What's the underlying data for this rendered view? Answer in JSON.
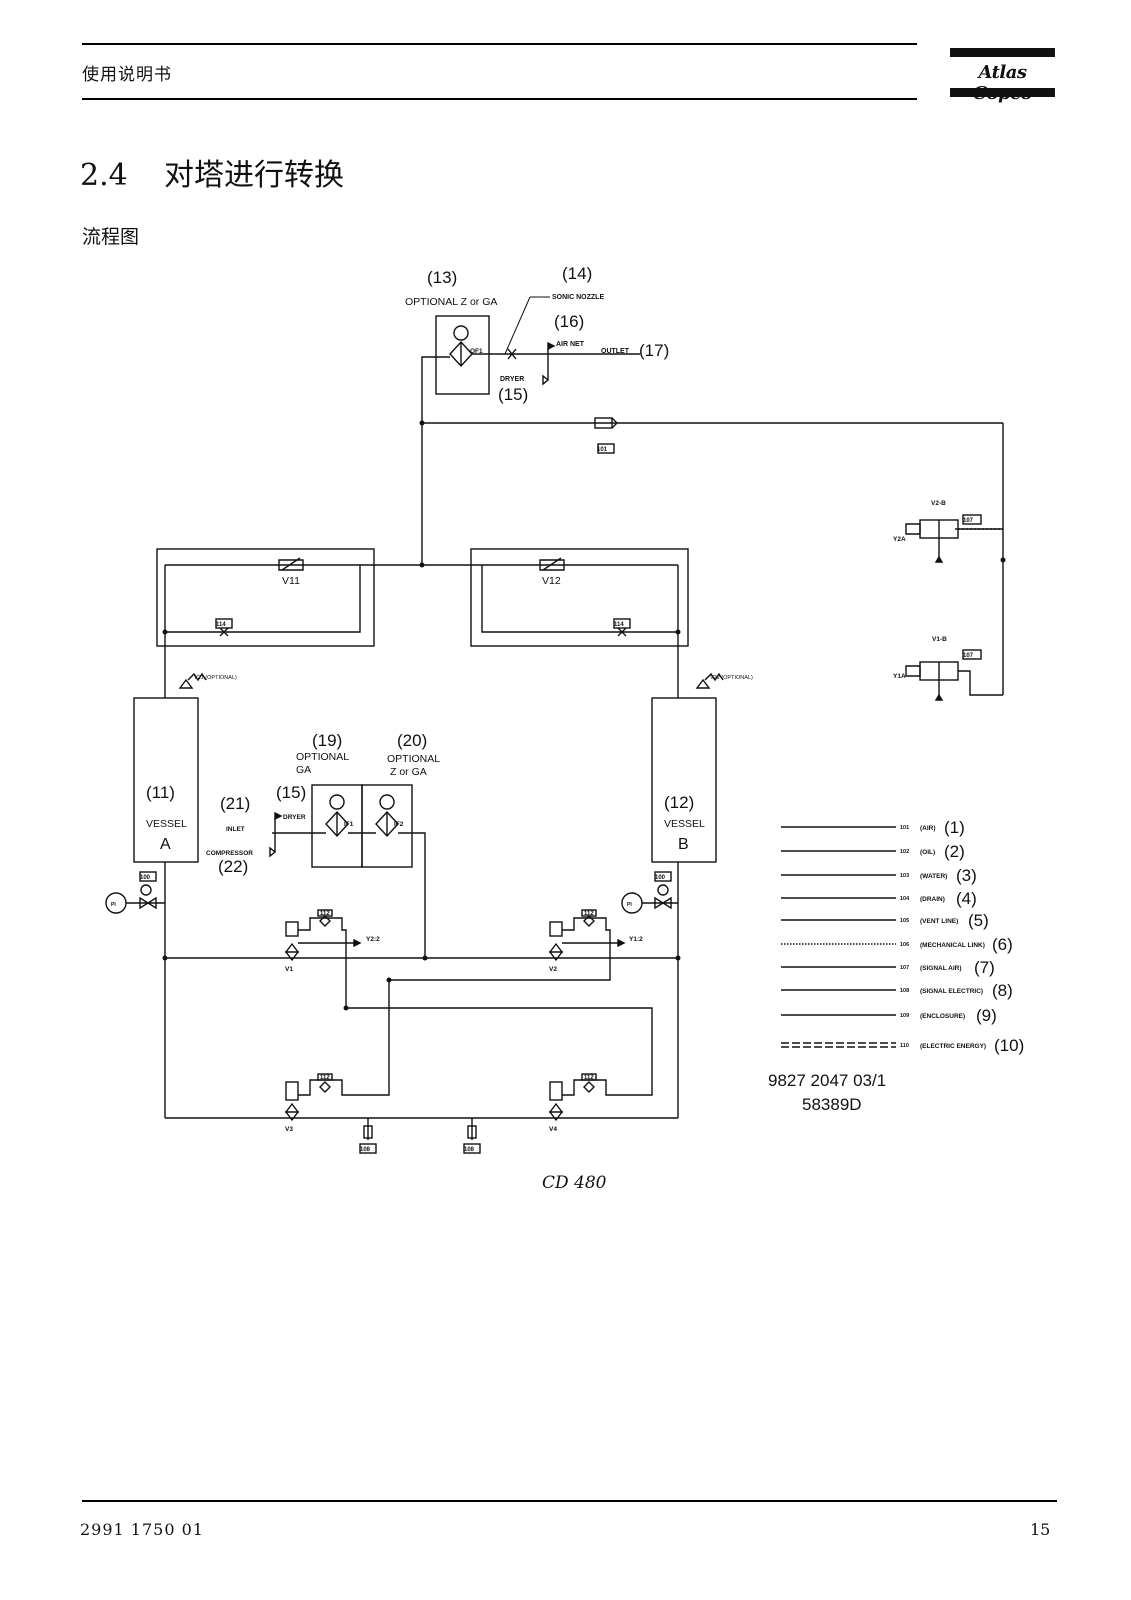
{
  "header": {
    "manual_title": "使用说明书",
    "brand": "Atlas Copco"
  },
  "section": {
    "number": "2.4",
    "title": "对塔进行转换",
    "subtitle": "流程图"
  },
  "diagram": {
    "callouts": {
      "c13": "(13)",
      "c13_label": "OPTIONAL Z or GA",
      "c14": "(14)",
      "c14_label": "SONIC NOZZLE",
      "c16": "(16)",
      "c16_label": "AIR NET",
      "c17": "(17)",
      "c17_label": "OUTLET",
      "c15_top": "(15)",
      "c15_top_label": "DRYER",
      "of1": "OF1",
      "c19": "(19)",
      "c19_label1": "OPTIONAL",
      "c19_label2": "GA",
      "c20": "(20)",
      "c20_label1": "OPTIONAL",
      "c20_label2": "Z or GA",
      "c11": "(11)",
      "c11_label": "VESSEL",
      "c11_letter": "A",
      "c12": "(12)",
      "c12_label": "VESSEL",
      "c12_letter": "B",
      "c21": "(21)",
      "c21_label": "INLET",
      "c22": "(22)",
      "c22_label": "COMPRESSOR",
      "c15_mid": "(15)",
      "c15_mid_label": "DRYER",
      "if1": "IF1",
      "if2": "IF2"
    },
    "tags": {
      "v11": "V11",
      "v12": "V12",
      "v1": "V1",
      "v2": "V2",
      "v3": "V3",
      "v4": "V4",
      "v21": "V21 (OPTIONAL)",
      "v22": "V22 (OPTIONAL)",
      "v2b": "V2-B",
      "v1b": "V1-B",
      "y2a": "Y2A",
      "y1a": "Y1A",
      "y22": "Y2:2",
      "y12": "Y1:2",
      "n101": "101",
      "n107a": "107",
      "n107b": "107",
      "n114a": "114",
      "n114b": "114",
      "n100a": "100",
      "n100b": "100",
      "n112a": "112",
      "n112b": "112",
      "n112c": "112",
      "n112d": "112",
      "n108a": "108",
      "n108b": "108",
      "pi1": "PI",
      "pi2": "PI"
    },
    "legend": [
      {
        "code": "101",
        "name": "(AIR)",
        "num": "(1)",
        "style": "solid"
      },
      {
        "code": "102",
        "name": "(OIL)",
        "num": "(2)",
        "style": "solid"
      },
      {
        "code": "103",
        "name": "(WATER)",
        "num": "(3)",
        "style": "solid"
      },
      {
        "code": "104",
        "name": "(DRAIN)",
        "num": "(4)",
        "style": "solid"
      },
      {
        "code": "105",
        "name": "(VENT LINE)",
        "num": "(5)",
        "style": "solid"
      },
      {
        "code": "106",
        "name": "(MECHANICAL LINK)",
        "num": "(6)",
        "style": "dotted"
      },
      {
        "code": "107",
        "name": "(SIGNAL AIR)",
        "num": "(7)",
        "style": "solid"
      },
      {
        "code": "108",
        "name": "(SIGNAL ELECTRIC)",
        "num": "(8)",
        "style": "solid"
      },
      {
        "code": "109",
        "name": "(ENCLOSURE)",
        "num": "(9)",
        "style": "solid"
      },
      {
        "code": "110",
        "name": "(ELECTRIC ENERGY)",
        "num": "(10)",
        "style": "dashed"
      }
    ],
    "doc_number": "9827 2047 03/1",
    "doc_code": "58389D"
  },
  "caption": "CD 480",
  "footer": {
    "doc_id": "2991 1750 01",
    "page": "15"
  }
}
